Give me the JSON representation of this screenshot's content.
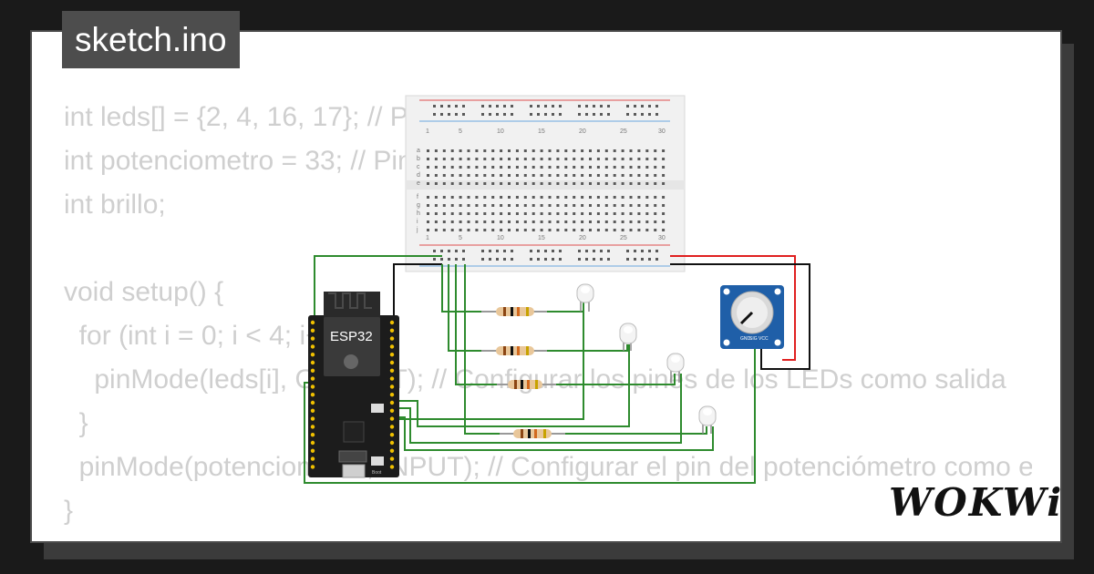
{
  "tab": {
    "filename": "sketch.ino"
  },
  "code_lines": [
    "int leds[] = {2, 4, 16, 17}; // Pines de los LEDs",
    "int potenciometro = 33; // Pin del potenciómetro",
    "int brillo;",
    "",
    "void setup() {",
    "  for (int i = 0; i < 4; i++) {",
    "    pinMode(leds[i], OUTPUT); // Configurar los pines de los LEDs como salida",
    "  }",
    "  pinMode(potenciometro, INPUT); // Configurar el pin del potenciómetro como entrada",
    "}"
  ],
  "breadboard": {
    "row_letters_top": [
      "a",
      "b",
      "c",
      "d",
      "e"
    ],
    "row_letters_bottom": [
      "f",
      "g",
      "h",
      "i",
      "j"
    ],
    "column_numbers": [
      "1",
      "5",
      "10",
      "15",
      "20",
      "25",
      "30"
    ]
  },
  "esp32": {
    "label": "ESP32",
    "boot_label": "Boot"
  },
  "potentiometer": {
    "pins": [
      "GND",
      "SIG",
      "VCC"
    ]
  },
  "wires": {
    "green": "#2e8b2e",
    "red": "#e02020",
    "black": "#111111"
  },
  "brand": {
    "logo": "WOKWi"
  }
}
